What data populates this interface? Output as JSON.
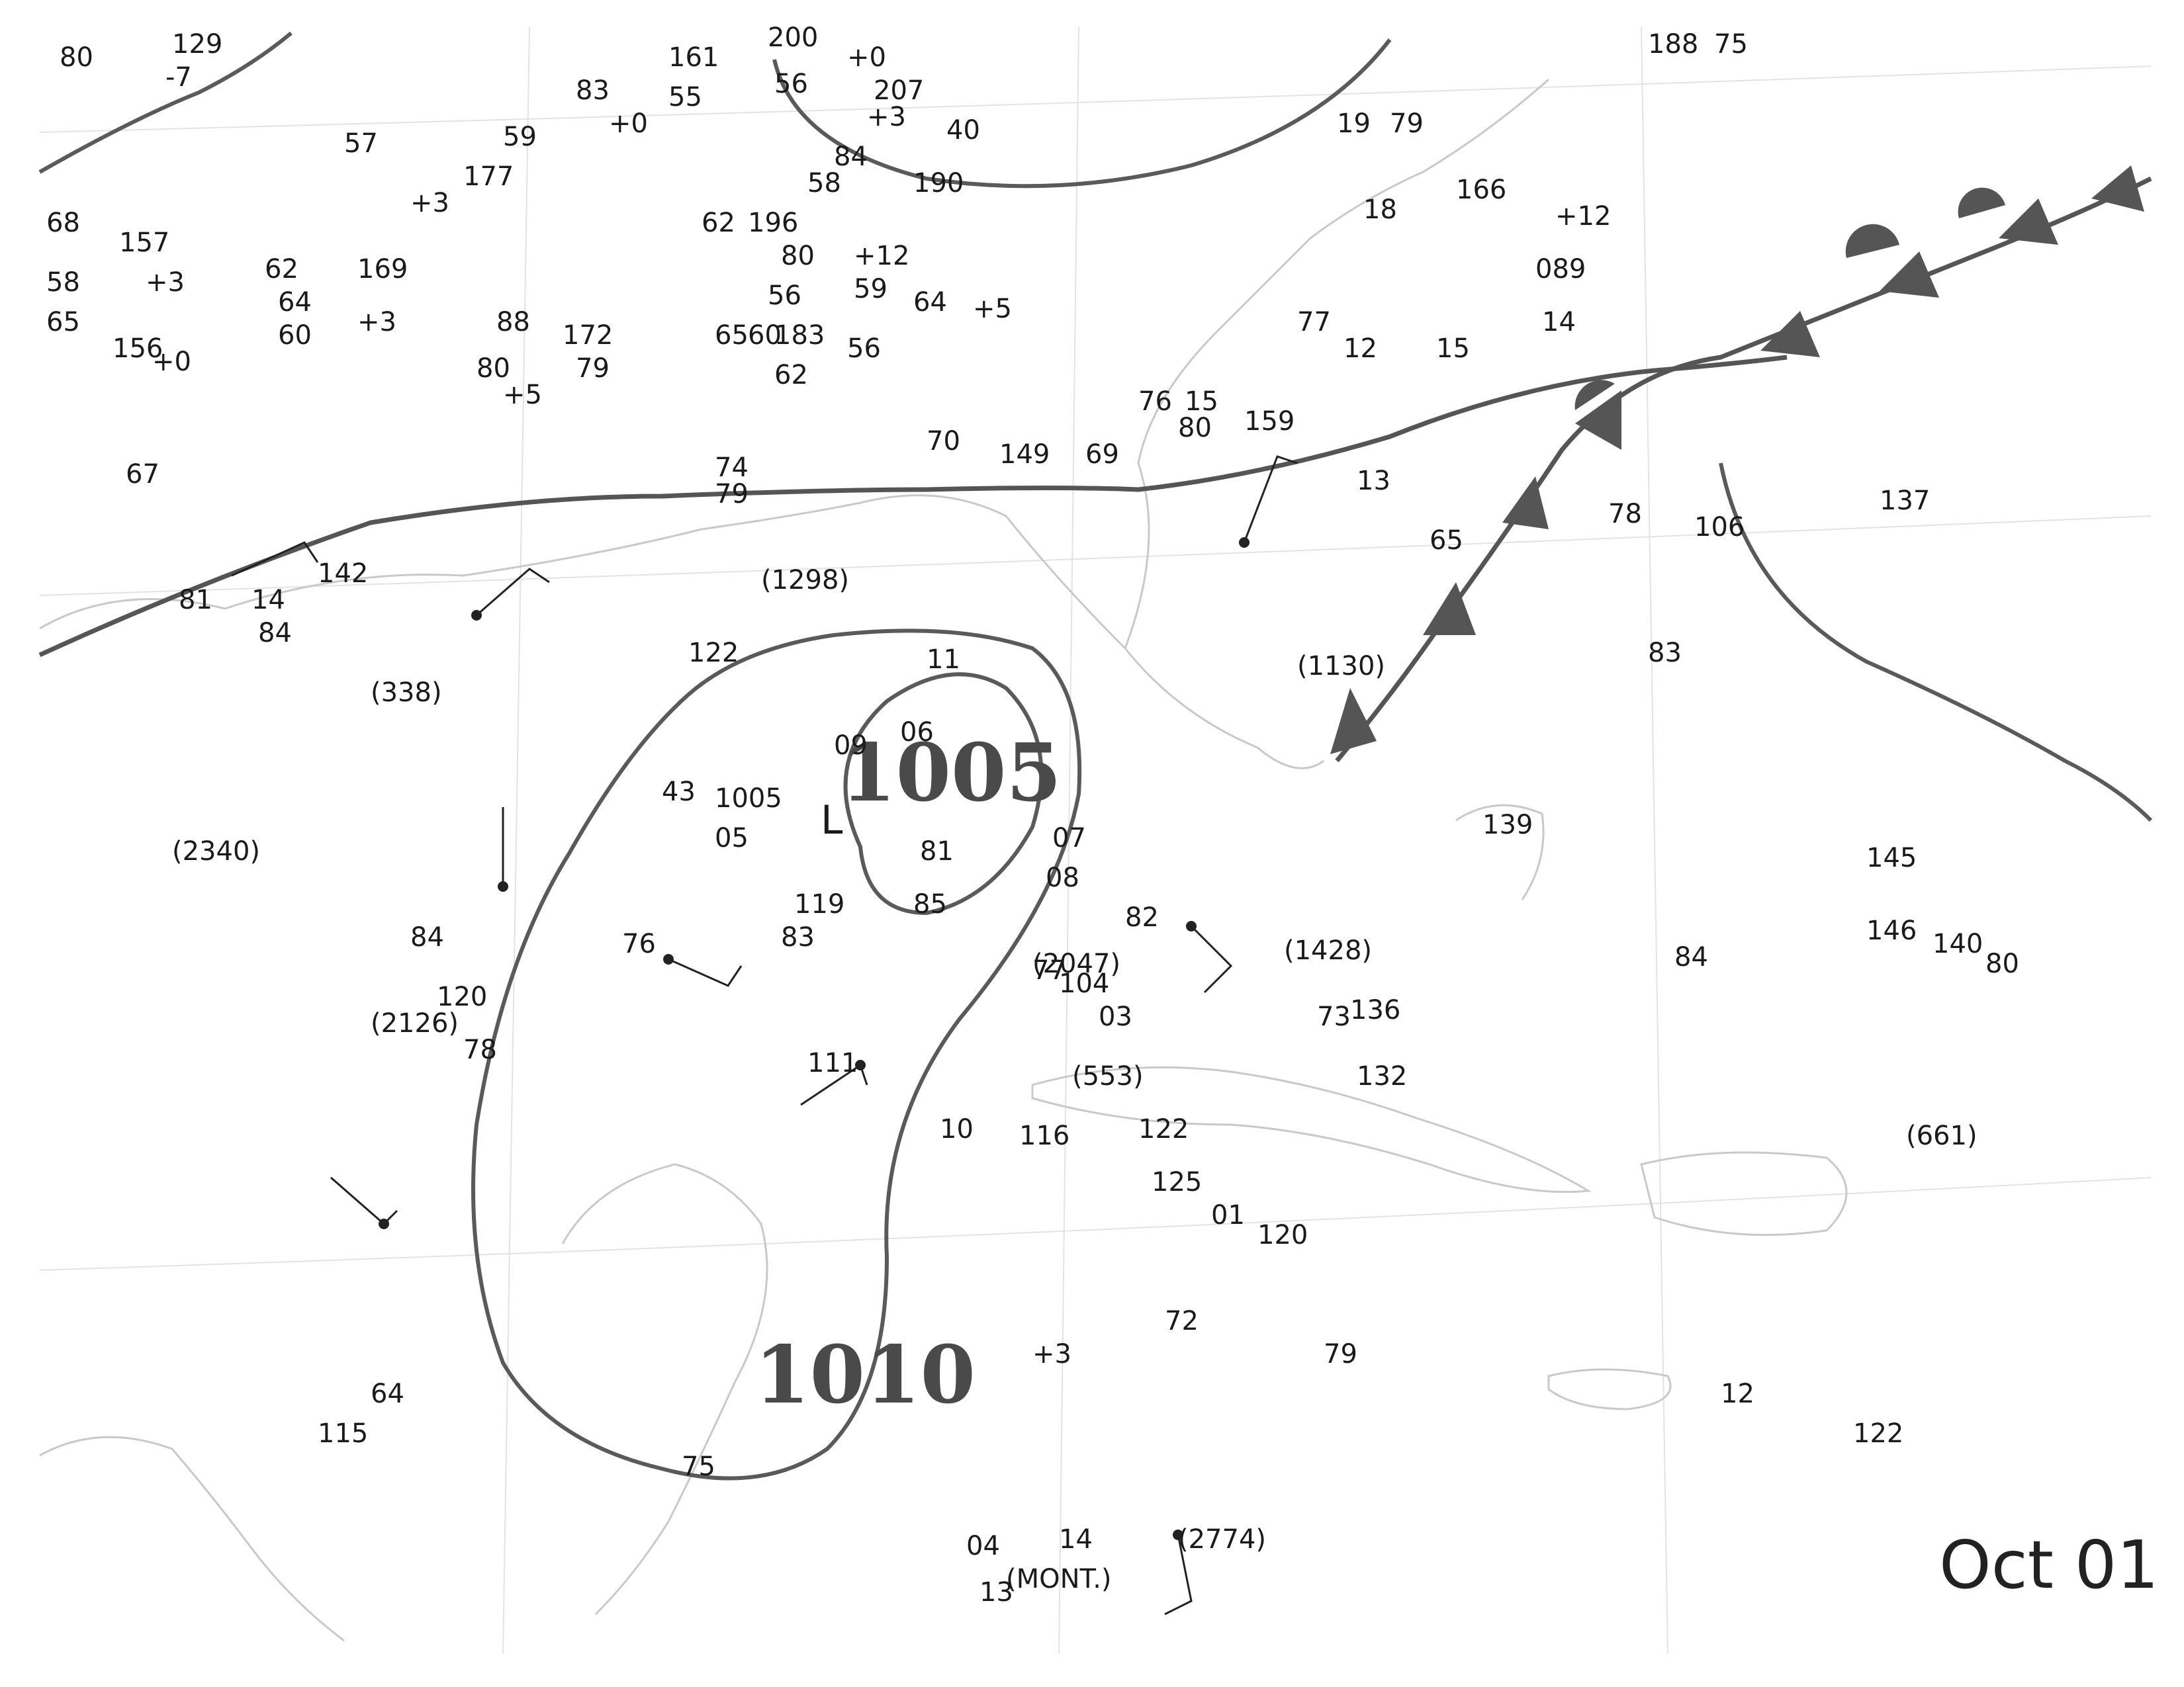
{
  "map": {
    "date_caption": "Oct 01",
    "isobar_labels": [
      "1005",
      "1010"
    ],
    "low_center_label": "L",
    "colors": {
      "isobar": "#5a5a5a",
      "front": "#555555",
      "ink": "#1a1a1a",
      "coastline": "#c9c9c9"
    },
    "station_labels": [
      "80",
      "129",
      "-7",
      "68",
      "157",
      "58",
      "+3",
      "65",
      "156",
      "+0",
      "57",
      "177",
      "+3",
      "62",
      "169",
      "64",
      "+3",
      "60",
      "83",
      "59",
      "+0",
      "161",
      "55",
      "200",
      "+0",
      "56",
      "207",
      "+3",
      "40",
      "84",
      "58",
      "190",
      "62",
      "196",
      "80",
      "+12",
      "56",
      "60",
      "65",
      "183",
      "62",
      "59",
      "64",
      "56",
      "+5",
      "88",
      "172",
      "80",
      "+5",
      "79",
      "188",
      "75",
      "19",
      "79",
      "18",
      "166",
      "+12",
      "77",
      "12",
      "15",
      "14",
      "13",
      "76",
      "15",
      "80",
      "159",
      "69",
      "149",
      "70",
      "74",
      "79",
      "67",
      "81",
      "14",
      "142",
      "84",
      "122",
      "43",
      "09",
      "1005",
      "06",
      "11",
      "81",
      "05",
      "08",
      "07",
      "85",
      "82",
      "119",
      "83",
      "84",
      "76",
      "120",
      "78",
      "111",
      "77",
      "03",
      "73",
      "136",
      "132",
      "139",
      "145",
      "146",
      "140",
      "80",
      "65",
      "78",
      "106",
      "137",
      "83",
      "84",
      "104",
      "122",
      "10",
      "116",
      "125",
      "01",
      "120",
      "+3",
      "72",
      "79",
      "122",
      "12",
      "115",
      "64",
      "75",
      "04",
      "14",
      "13",
      "(MONT.)",
      "(2774)",
      "(1130)",
      "(1428)",
      "(1298)",
      "(2340)",
      "(2126)",
      "(2047)",
      "(553)",
      "(661)",
      "(338)",
      "089",
      "Oct 01"
    ]
  }
}
